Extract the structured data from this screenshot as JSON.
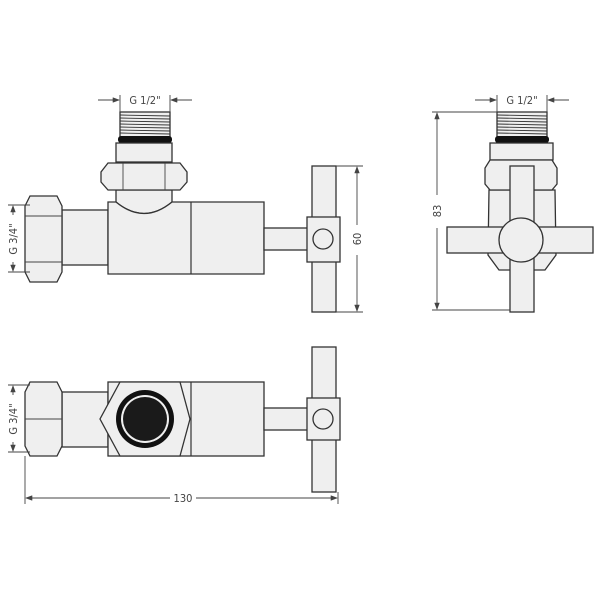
{
  "dimensions": {
    "top_inlet_thread": "G 1/2\"",
    "side_inlet_thread": "G 1/2\"",
    "left_thread_front": "G 3/4\"",
    "left_thread_bottom": "G 3/4\"",
    "handle_height": "60",
    "total_height": "83",
    "total_length": "130"
  }
}
